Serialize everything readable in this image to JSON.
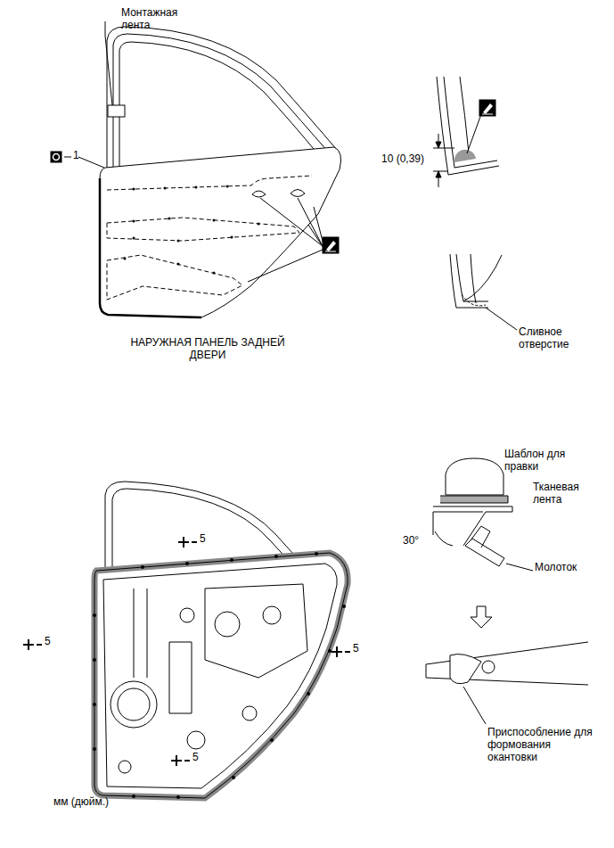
{
  "diagram": {
    "labels": [
      "Монтажная лента",
      "1",
      "10 (0,39)",
      "НАРУЖНАЯ ПАНЕЛЬ ЗАДНЕЙ ДВЕРИ",
      "Сливное отверстие",
      "5",
      "Шаблон для правки",
      "Тканевая лента",
      "30°",
      "5",
      "5",
      "Молоток",
      "5",
      "Приспособление для формования окантовки",
      "мм (дюйм.)"
    ]
  }
}
